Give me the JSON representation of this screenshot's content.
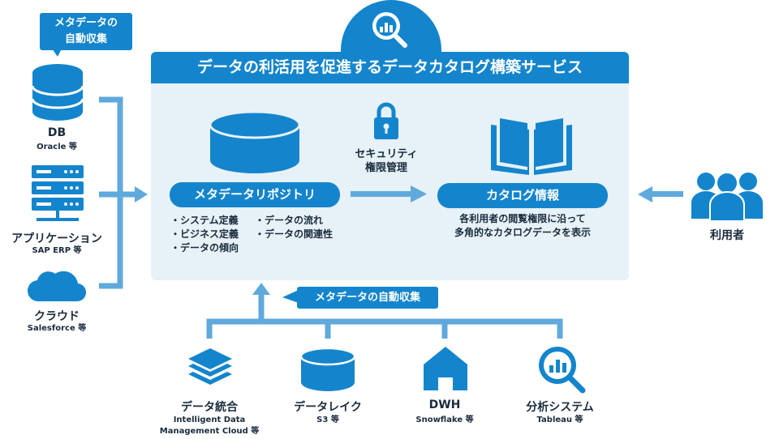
{
  "service": {
    "title": "データの利活用を促進するデータカタログ構築サービス"
  },
  "sources": {
    "callout": [
      "メタデータの",
      "自動収集"
    ],
    "items": [
      {
        "label": "DB",
        "sub": "Oracle 等"
      },
      {
        "label": "アプリケーション",
        "sub": "SAP ERP 等"
      },
      {
        "label": "クラウド",
        "sub": "Salesforce 等"
      }
    ]
  },
  "repository": {
    "label": "メタデータリポジトリ",
    "bullets_left": [
      "・システム定義",
      "・ビジネス定義",
      "・データの傾向"
    ],
    "bullets_right": [
      "・データの流れ",
      "・データの関連性"
    ]
  },
  "security": {
    "lines": [
      "セキュリティ",
      "権限管理"
    ]
  },
  "catalog": {
    "label": "カタログ情報",
    "desc": [
      "各利用者の閲覧権限に沿って",
      "多角的なカタログデータを表示"
    ]
  },
  "users": {
    "label": "利用者"
  },
  "bottom": {
    "callout": "メタデータの自動収集",
    "items": [
      {
        "label": "データ統合",
        "sub": [
          "Intelligent Data",
          "Management Cloud 等"
        ]
      },
      {
        "label": "データレイク",
        "sub": [
          "S3 等"
        ]
      },
      {
        "label": "DWH",
        "sub": [
          "Snowflake 等"
        ]
      },
      {
        "label": "分析システム",
        "sub": [
          "Tableau 等"
        ]
      }
    ]
  },
  "colors": {
    "accent": "#1485cc",
    "panel": "#e6f1f8",
    "connector": "#5fa9dc"
  }
}
